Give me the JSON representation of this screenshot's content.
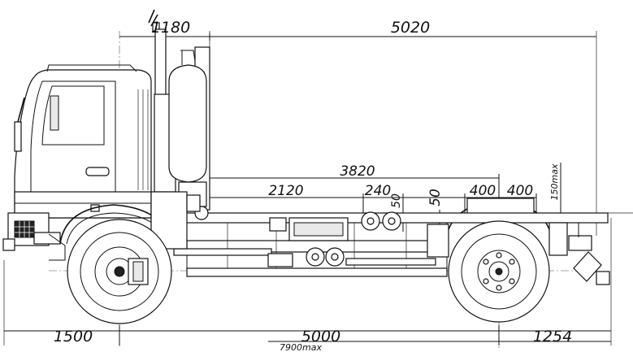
{
  "dimensions": {
    "top_cab": "1180",
    "top_rear": "5020",
    "frame_total": "3820",
    "frame_front": "2120",
    "frame_240": "240",
    "frame_50a": "50",
    "frame_50b": "50",
    "rear_400a": "400",
    "rear_400b": "400",
    "rear_150": "150max",
    "bottom_front": "1500",
    "bottom_wheelbase": "5000",
    "bottom_rear": "1254",
    "bottom_total": "7900max"
  }
}
